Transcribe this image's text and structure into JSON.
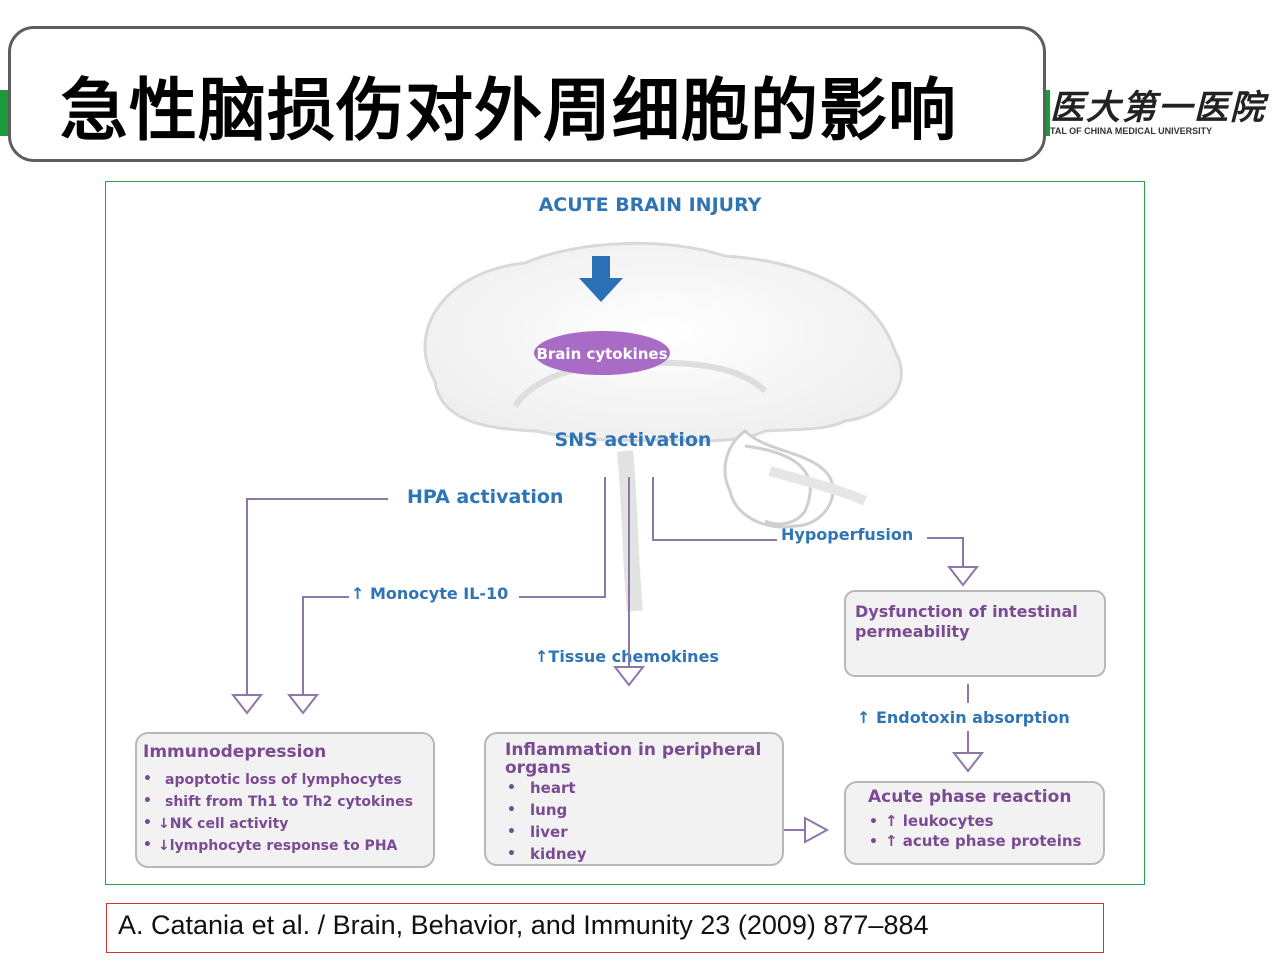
{
  "slide": {
    "title": "急性脑损伤对外周细胞的影响",
    "logo_cn": "医大第一医院",
    "logo_en": "TAL OF CHINA MEDICAL UNIVERSITY",
    "citation": "A. Catania et al. / Brain, Behavior, and Immunity 23 (2009) 877–884"
  },
  "diagram": {
    "top_label": "ACUTE BRAIN INJURY",
    "brain_cytokines": "Brain cytokines",
    "sns_activation": "SNS activation",
    "hpa_activation": "HPA activation",
    "hypoperfusion": "Hypoperfusion",
    "monocyte_il10": "↑ Monocyte IL-10",
    "tissue_chemokines": "↑Tissue chemokines",
    "endotoxin_absorption": "↑ Endotoxin absorption",
    "intestinal_box": {
      "line1": "Dysfunction of intestinal",
      "line2": "permeability"
    },
    "immunodepression_box": {
      "title": "Immunodepression",
      "items": [
        "apoptotic loss of lymphocytes",
        "shift from Th1 to Th2 cytokines",
        "↓NK cell activity",
        "↓lymphocyte response to PHA"
      ]
    },
    "inflammation_box": {
      "title_line1": "Inflammation in peripheral",
      "title_line2": "organs",
      "items": [
        "heart",
        "lung",
        "liver",
        "kidney"
      ]
    },
    "acute_phase_box": {
      "title": "Acute phase reaction",
      "items": [
        "↑ leukocytes",
        "↑ acute phase proteins"
      ]
    },
    "colors": {
      "blue_text": "#2f74b5",
      "purple_text": "#7a4a93",
      "arrow_blue": "#2b6fb6",
      "line_purple": "#8f76a8",
      "ellipse_fill": "#a86cc6",
      "box_fill": "#f2f2f2",
      "box_border": "#b8b8b8"
    }
  }
}
